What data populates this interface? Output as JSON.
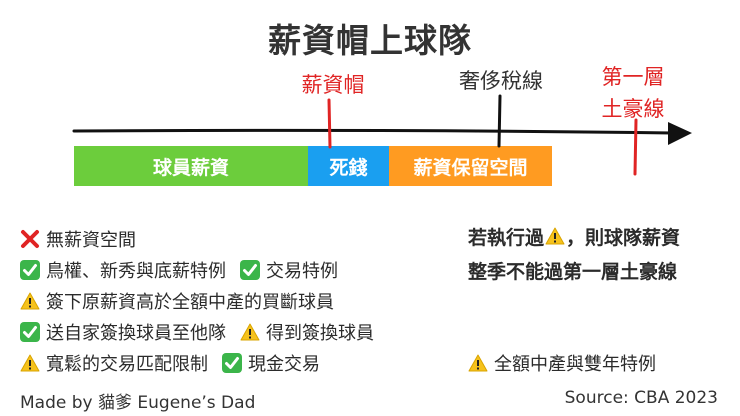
{
  "title": "薪資帽上球隊",
  "markers": {
    "salary_cap": "薪資帽",
    "luxury_tax": "奢侈稅線",
    "third_tier_line1": "第一層",
    "third_tier_line2": "土豪線"
  },
  "segments": {
    "player_salary": "球員薪資",
    "dead_money": "死錢",
    "retained_room": "薪資保留空間"
  },
  "colors": {
    "green": "#6ccd3c",
    "blue": "#1a9ff0",
    "orange": "#ff9b21",
    "red": "#e02424"
  },
  "legend": {
    "no_room": "無薪資空間",
    "bird_exceptions": "鳥權、新秀與底薪特例",
    "trade_exception": "交易特例",
    "sign_above_mle": "簽下原薪資高於全額中產的買斷球員",
    "send_sign_trade": "送自家簽換球員至他隊",
    "receive_sign_trade": "得到簽換球員",
    "loose_matching": "寬鬆的交易匹配限制",
    "cash_trade": "現金交易",
    "full_mle_biannual": "全額中產與雙年特例"
  },
  "note": {
    "line1_a": "若執行過",
    "line1_b": "，則球隊薪資",
    "line2": "整季不能過第一層土豪線"
  },
  "footer": {
    "credit": "Made by 貓爹 Eugene’s Dad",
    "source": "Source: CBA 2023"
  }
}
